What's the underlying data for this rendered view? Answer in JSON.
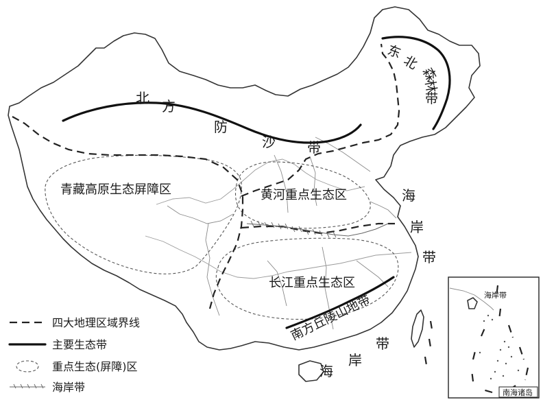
{
  "belts": {
    "north_sand": [
      "北",
      "方",
      "防",
      "沙",
      "带"
    ],
    "northeast_forest": [
      "东",
      "北",
      "森",
      "林",
      "带"
    ],
    "south_hills": "南方丘陵山地带",
    "coast_east": [
      "海",
      "岸",
      "带"
    ],
    "coast_south": [
      "海",
      "岸",
      "带"
    ]
  },
  "zones": {
    "qingzang": "青藏高原生态屏障区",
    "huanghe": "黄河重点生态区",
    "changjiang": "长江重点生态区"
  },
  "inset": {
    "title": "南海诸岛",
    "coast_label": "海岸带"
  },
  "legend": {
    "items": [
      {
        "key": "region-boundary",
        "label": "四大地理区域界线"
      },
      {
        "key": "main-belt",
        "label": "主要生态带"
      },
      {
        "key": "key-zone",
        "label": "重点生态(屏障)区"
      },
      {
        "key": "coastal-belt",
        "label": "海岸带"
      }
    ]
  }
}
